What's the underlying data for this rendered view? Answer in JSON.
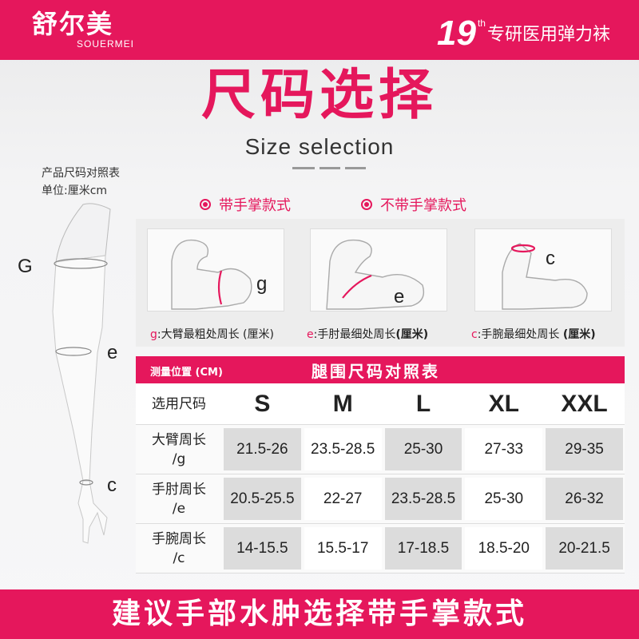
{
  "header": {
    "brand_cn": "舒尔美",
    "brand_en": "SOUERMEI",
    "tag_number": "19",
    "tag_sup": "th",
    "tag_text": "专研医用弹力袜"
  },
  "title_cn": "尺码选择",
  "title_en": "Size selection",
  "info": {
    "line1": "产品尺码对照表",
    "line2": "单位:厘米cm"
  },
  "arm_labels": {
    "g": "G",
    "e": "e",
    "c": "c"
  },
  "options": {
    "with_palm": "带手掌款式",
    "without_palm": "不带手掌款式"
  },
  "diagrams": [
    {
      "letter": "g",
      "caption_key": "g",
      "caption_text": ":大臂最粗处周长 (厘米)"
    },
    {
      "letter": "e",
      "caption_key": "e",
      "caption_text": ":手肘最细处周长",
      "unit": "(厘米)"
    },
    {
      "letter": "c",
      "caption_key": "c",
      "caption_text": ":手腕最细处周长",
      "unit": "(厘米)"
    }
  ],
  "table": {
    "position_label": "测量位置 (CM)",
    "title": "腿围尺码对照表",
    "size_header": "选用尺码",
    "sizes": [
      "S",
      "M",
      "L",
      "XL",
      "XXL"
    ],
    "rows": [
      {
        "label1": "大臂周长",
        "label2": "/g",
        "values": [
          "21.5-26",
          "23.5-28.5",
          "25-30",
          "27-33",
          "29-35"
        ]
      },
      {
        "label1": "手肘周长",
        "label2": "/e",
        "values": [
          "20.5-25.5",
          "22-27",
          "23.5-28.5",
          "25-30",
          "26-32"
        ]
      },
      {
        "label1": "手腕周长",
        "label2": "/c",
        "values": [
          "14-15.5",
          "15.5-17",
          "17-18.5",
          "18.5-20",
          "20-21.5"
        ]
      }
    ]
  },
  "footer": "建议手部水肿选择带手掌款式",
  "colors": {
    "accent": "#e5175c"
  }
}
